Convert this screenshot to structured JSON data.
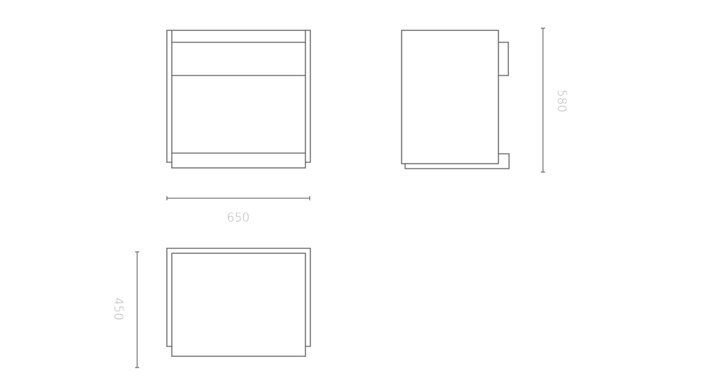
{
  "dimensions": {
    "width": "650",
    "height": "580",
    "depth": "450"
  },
  "colors": {
    "line": "#555555",
    "label": "#b4b4b4"
  }
}
